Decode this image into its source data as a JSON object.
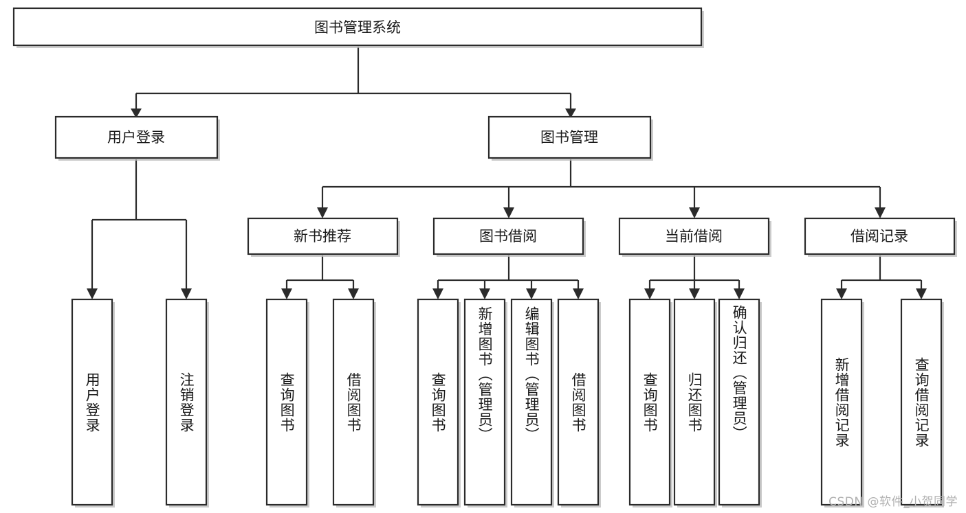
{
  "diagram": {
    "type": "tree",
    "title": "图书管理系统",
    "watermark": "CSDN @软件_小贺同学",
    "colors": {
      "stroke": "#2b2b2b",
      "fill": "#ffffff",
      "text": "#1a1a1a",
      "shadow": "#b9b9b9",
      "watermark": "#b0b0b0",
      "background": "#ffffff"
    },
    "root": {
      "label": "图书管理系统"
    },
    "level2": [
      {
        "label": "用户登录"
      },
      {
        "label": "图书管理"
      }
    ],
    "level3": [
      {
        "label": "新书推荐"
      },
      {
        "label": "图书借阅"
      },
      {
        "label": "当前借阅"
      },
      {
        "label": "借阅记录"
      }
    ],
    "leaves": {
      "user_login": [
        {
          "label": "用户登录"
        },
        {
          "label": "注销登录"
        }
      ],
      "new_book": [
        {
          "label": "查询图书"
        },
        {
          "label": "借阅图书"
        }
      ],
      "book_borrow": [
        {
          "label": "查询图书"
        },
        {
          "label": "新增图书（管理员）"
        },
        {
          "label": "编辑图书（管理员）"
        },
        {
          "label": "借阅图书"
        }
      ],
      "current_borrow": [
        {
          "label": "查询图书"
        },
        {
          "label": "归还图书"
        },
        {
          "label": "确认归还（管理员）"
        }
      ],
      "borrow_record": [
        {
          "label": "新增借阅记录"
        },
        {
          "label": "查询借阅记录"
        }
      ]
    }
  }
}
